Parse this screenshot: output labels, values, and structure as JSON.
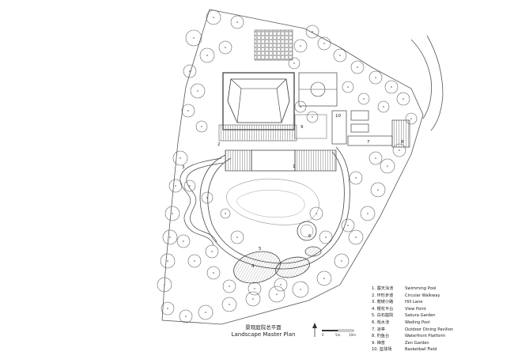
{
  "title": {
    "zh": "景观庭院总平面",
    "en": "Landscape Master Plan"
  },
  "legend": [
    {
      "num": "1.",
      "zh": "露天泳池",
      "en": "Swimming Pool"
    },
    {
      "num": "2.",
      "zh": "环形步道",
      "en": "Circular Walkway"
    },
    {
      "num": "3.",
      "zh": "爬坡小路",
      "en": "Hill Lane"
    },
    {
      "num": "4.",
      "zh": "樱花平台",
      "en": "View Point"
    },
    {
      "num": "5.",
      "zh": "白石庭院",
      "en": "Sakura Garden"
    },
    {
      "num": "6.",
      "zh": "戏水池",
      "en": "Wading Pool"
    },
    {
      "num": "7.",
      "zh": "凉亭",
      "en": "Outdoor Dining Pavilion"
    },
    {
      "num": "8.",
      "zh": "钓鱼台",
      "en": "Waterfront Platform"
    },
    {
      "num": "9.",
      "zh": "禅意",
      "en": "Zen Garden"
    },
    {
      "num": "10.",
      "zh": "篮球场",
      "en": "Basketball Field"
    }
  ],
  "plan_labels": [
    "1",
    "2",
    "3",
    "4",
    "5",
    "6",
    "7",
    "8",
    "9",
    "10"
  ],
  "scale_labels": [
    "0",
    "5m",
    "10m"
  ],
  "colors": {
    "line": "#444444",
    "hatch": "#999999",
    "fill_dark": "#bbbbbb"
  },
  "icons": {
    "north": "north-arrow-icon"
  }
}
